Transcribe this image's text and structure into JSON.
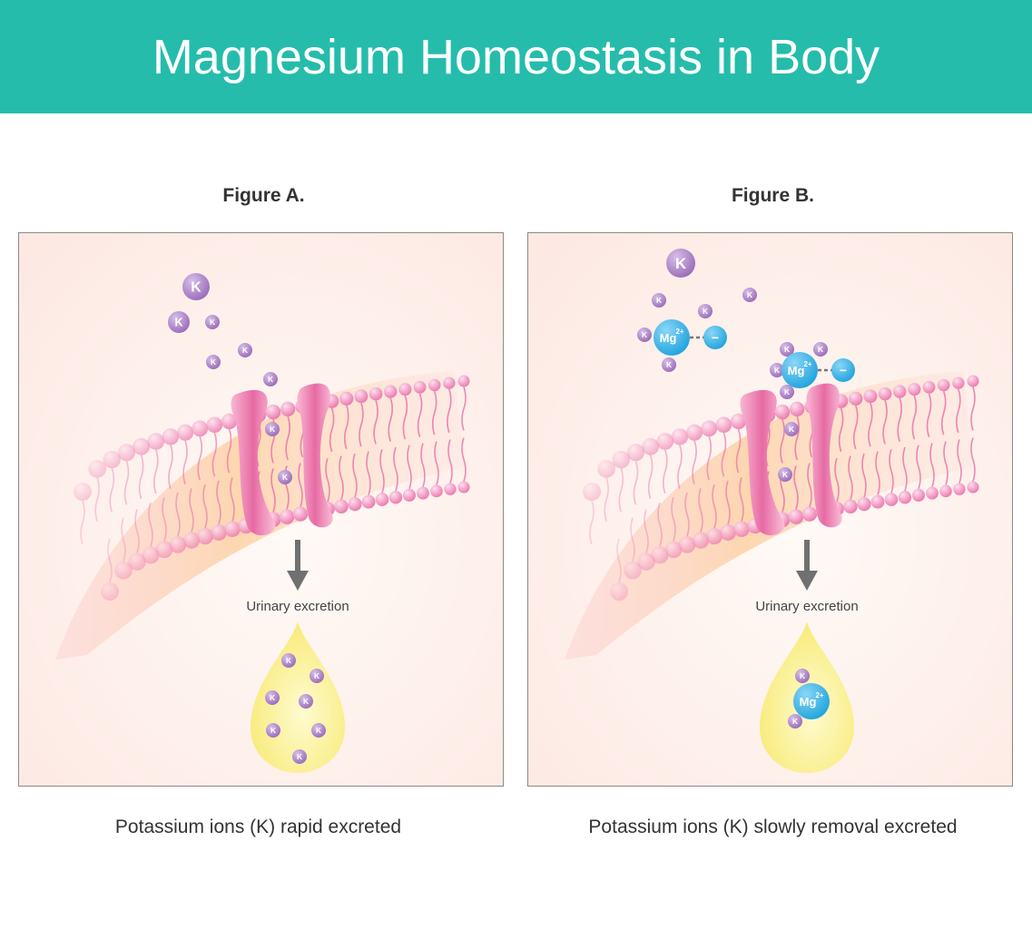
{
  "title": "Magnesium Homeostasis in Body",
  "colors": {
    "header": "#25bcab",
    "panel_bg": "#fde8e2",
    "membrane": "#ea6fa8",
    "potassium": "#9a6ab8",
    "magnesium": "#1fa3dc",
    "urine": "#f6e86a",
    "arrow": "#707070"
  },
  "figures": [
    {
      "title": "Figure A.",
      "flow_label": "Urinary excretion",
      "ion_label": "K",
      "caption": "Potassium ions (K) rapid excreted"
    },
    {
      "title": "Figure B.",
      "flow_label": "Urinary excretion",
      "ion_label": "K",
      "mg_label": "Mg",
      "mg_charge": "2+",
      "anion_label": "−",
      "caption": "Potassium ions (K) slowly removal excreted"
    }
  ]
}
